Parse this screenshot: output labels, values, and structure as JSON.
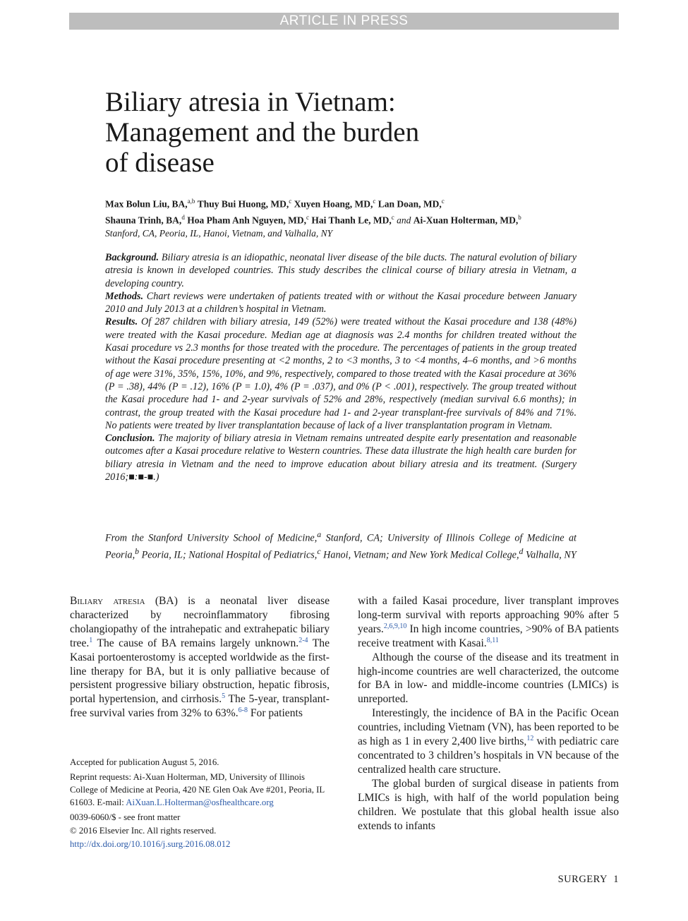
{
  "banner": "ARTICLE IN PRESS",
  "title": {
    "line1": "Biliary atresia in Vietnam:",
    "line2": "Management and the burden",
    "line3": "of disease"
  },
  "authors": {
    "a1": "Max Bolun Liu, BA,",
    "a1_sup": "a,b",
    "a2": "Thuy Bui Huong, MD,",
    "a2_sup": "c",
    "a3": "Xuyen Hoang, MD,",
    "a3_sup": "c",
    "a4": "Lan Doan, MD,",
    "a4_sup": "c",
    "a5": "Shauna Trinh, BA,",
    "a5_sup": "d",
    "a6": "Hoa Pham Anh Nguyen, MD,",
    "a6_sup": "c",
    "a7": "Hai Thanh Le, MD,",
    "a7_sup": "c",
    "and": "and",
    "a8": "Ai-Xuan Holterman, MD,",
    "a8_sup": "b",
    "locations": "Stanford, CA, Peoria, IL, Hanoi, Vietnam, and Valhalla, NY"
  },
  "abstract": {
    "background_label": "Background.",
    "background": "Biliary atresia is an idiopathic, neonatal liver disease of the bile ducts. The natural evolution of biliary atresia is known in developed countries. This study describes the clinical course of biliary atresia in Vietnam, a developing country.",
    "methods_label": "Methods.",
    "methods": "Chart reviews were undertaken of patients treated with or without the Kasai procedure between January 2010 and July 2013 at a children’s hospital in Vietnam.",
    "results_label": "Results.",
    "results": "Of 287 children with biliary atresia, 149 (52%) were treated without the Kasai procedure and 138 (48%) were treated with the Kasai procedure. Median age at diagnosis was 2.4 months for children treated without the Kasai procedure vs 2.3 months for those treated with the procedure. The percentages of patients in the group treated without the Kasai procedure presenting at <2 months, 2 to <3 months, 3 to <4 months, 4–6 months, and >6 months of age were 31%, 35%, 15%, 10%, and 9%, respectively, compared to those treated with the Kasai procedure at 36% (P = .38), 44% (P = .12), 16% (P = 1.0), 4% (P = .037), and 0% (P < .001), respectively. The group treated without the Kasai procedure had 1- and 2-year survivals of 52% and 28%, respectively (median survival 6.6 months); in contrast, the group treated with the Kasai procedure had 1- and 2-year transplant-free survivals of 84% and 71%. No patients were treated by liver transplantation because of lack of a liver transplantation program in Vietnam.",
    "conclusion_label": "Conclusion.",
    "conclusion": "The majority of biliary atresia in Vietnam remains untreated despite early presentation and reasonable outcomes after a Kasai procedure relative to Western countries. These data illustrate the high health care burden for biliary atresia in Vietnam and the need to improve education about biliary atresia and its treatment. (Surgery 2016;■:■-■.)"
  },
  "from": {
    "p1": "From the Stanford University School of Medicine,",
    "s1": "a",
    "p2": " Stanford, CA; University of Illinois College of Medicine at Peoria,",
    "s2": "b",
    "p3": " Peoria, IL; National Hospital of Pediatrics,",
    "s3": "c",
    "p4": " Hanoi, Vietnam; and New York Medical College,",
    "s4": "d",
    "p5": " Valhalla, NY"
  },
  "body": {
    "c1_smallcaps": "Biliary atresia",
    "c1_t1": " (BA) is a neonatal liver disease characterized by necroinflammatory fibrosing cholangiopathy of the intrahepatic and extrahepatic biliary tree.",
    "c1_r1": "1",
    "c1_t2": " The cause of BA remains largely unknown.",
    "c1_r2": "2-4",
    "c1_t3": " The Kasai portoenterostomy is accepted worldwide as the first-line therapy for BA, but it is only palliative because of persistent progressive biliary obstruction, hepatic fibrosis, portal hypertension, and cirrhosis.",
    "c1_r3": "5",
    "c1_t4": " The 5-year, transplant-free survival varies from 32% to 63%.",
    "c1_r4": "6-8",
    "c1_t5": " For patients",
    "c2_t1": "with a failed Kasai procedure, liver transplant improves long-term survival with reports approaching 90% after 5 years.",
    "c2_r1": "2,6,9,10",
    "c2_t2": " In high income countries, >90% of BA patients receive treatment with Kasai.",
    "c2_r2": "8,11",
    "c2_p2": "Although the course of the disease and its treatment in high-income countries are well characterized, the outcome for BA in low- and middle-income countries (LMICs) is unreported.",
    "c2_p3a": "Interestingly, the incidence of BA in the Pacific Ocean countries, including Vietnam (VN), has been reported to be as high as 1 in every 2,400 live births,",
    "c2_p3r": "12",
    "c2_p3b": " with pediatric care concentrated to 3 children’s hospitals in VN because of the centralized health care structure.",
    "c2_p4": "The global burden of surgical disease in patients from LMICs is high, with half of the world population being children. We postulate that this global health issue also extends to infants"
  },
  "footnotes": {
    "accepted": "Accepted for publication August 5, 2016.",
    "reprint": "Reprint requests: Ai-Xuan Holterman, MD, University of Illinois College of Medicine at Peoria, 420 NE Glen Oak Ave #201, Peoria, IL 61603. E-mail:",
    "email": "AiXuan.L.Holterman@osfhealthcare.org",
    "issn": "0039-6060/$ - see front matter",
    "copyright": "© 2016 Elsevier Inc. All rights reserved.",
    "doi": "http://dx.doi.org/10.1016/j.surg.2016.08.012"
  },
  "page_footer": {
    "journal": "SURGERY",
    "page": "1"
  }
}
